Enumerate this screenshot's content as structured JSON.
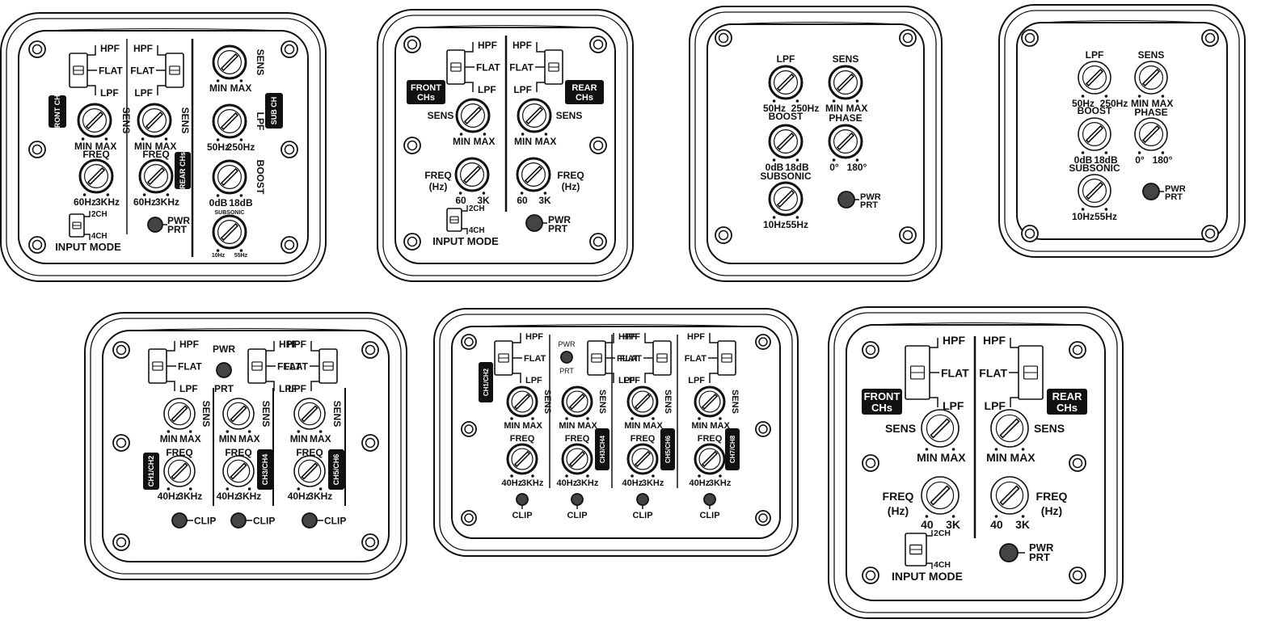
{
  "colors": {
    "ink": "#111111",
    "panel": "#ffffff",
    "knob_fill": "#ffffff",
    "label_bg": "#111111",
    "label_fg": "#ffffff",
    "led": "#444444",
    "faded": "#aaaaaa"
  },
  "panels": [
    {
      "id": "p1",
      "switches": [
        {
          "top": "HPF",
          "mid": "FLAT",
          "bot": "LPF"
        },
        {
          "top": "HPF",
          "mid": "FLAT",
          "bot": "LPF"
        }
      ],
      "knobs": [
        {
          "label": "SENS",
          "min": "MIN",
          "max": "MAX"
        },
        {
          "label": "FREQ",
          "min": "60Hz",
          "max": "3KHz"
        },
        {
          "label": "SENS",
          "min": "MIN",
          "max": "MAX"
        },
        {
          "label": "FREQ",
          "min": "60Hz",
          "max": "3KHz"
        },
        {
          "label": "SENS",
          "min": "MIN",
          "max": "MAX"
        },
        {
          "label": "LPF",
          "min": "50Hz",
          "max": "250Hz"
        },
        {
          "label": "BOOST",
          "min": "0dB",
          "max": "18dB"
        },
        {
          "label": "SUBSONIC",
          "min": "10Hz",
          "max": "55Hz"
        }
      ],
      "badges": [
        "FRONT CHs",
        "REAR CHs",
        "SUB CH"
      ],
      "input_mode": {
        "label": "INPUT MODE",
        "opt1": "2CH",
        "opt2": "4CH"
      },
      "led": {
        "l1": "PWR",
        "l2": "PRT"
      }
    },
    {
      "id": "p2",
      "switches": [
        {
          "top": "HPF",
          "mid": "FLAT",
          "bot": "LPF"
        },
        {
          "top": "HPF",
          "mid": "FLAT",
          "bot": "LPF"
        }
      ],
      "knobs": [
        {
          "label": "SENS",
          "min": "MIN",
          "max": "MAX"
        },
        {
          "label": "FREQ",
          "label2": "(Hz)",
          "min": "60",
          "max": "3K"
        },
        {
          "label": "SENS",
          "min": "MIN",
          "max": "MAX"
        },
        {
          "label": "FREQ",
          "label2": "(Hz)",
          "min": "60",
          "max": "3K"
        }
      ],
      "badges": [
        {
          "l1": "FRONT",
          "l2": "CHs"
        },
        {
          "l1": "REAR",
          "l2": "CHs"
        }
      ],
      "input_mode": {
        "label": "INPUT MODE",
        "opt1": "2CH",
        "opt2": "4CH"
      },
      "led": {
        "l1": "PWR",
        "l2": "PRT"
      }
    },
    {
      "id": "p3",
      "knobs": [
        {
          "label": "LPF",
          "min": "50Hz",
          "max": "250Hz"
        },
        {
          "label": "SENS",
          "min": "MIN",
          "max": "MAX"
        },
        {
          "label": "BOOST",
          "min": "0dB",
          "max": "18dB"
        },
        {
          "label": "PHASE",
          "min": "0°",
          "max": "180°"
        },
        {
          "label": "SUBSONIC",
          "min": "10Hz",
          "max": "55Hz"
        }
      ],
      "led": {
        "l1": "PWR",
        "l2": "PRT"
      }
    },
    {
      "id": "p4",
      "knobs": [
        {
          "label": "LPF",
          "min": "50Hz",
          "max": "250Hz"
        },
        {
          "label": "SENS",
          "min": "MIN",
          "max": "MAX"
        },
        {
          "label": "BOOST",
          "min": "0dB",
          "max": "18dB"
        },
        {
          "label": "PHASE",
          "min": "0°",
          "max": "180°"
        },
        {
          "label": "SUBSONIC",
          "min": "10Hz",
          "max": "55Hz"
        }
      ],
      "led": {
        "l1": "PWR",
        "l2": "PRT"
      }
    },
    {
      "id": "p5",
      "switches": [
        {
          "top": "HPF",
          "mid": "FLAT",
          "bot": "LPF"
        },
        {
          "top": "HPF",
          "mid": "FLAT",
          "bot": "LPF"
        },
        {
          "top": "HPF",
          "mid": "FLAT",
          "bot": "LPF"
        }
      ],
      "knobs": [
        {
          "label": "SENS",
          "min": "MIN",
          "max": "MAX"
        },
        {
          "label": "FREQ",
          "min": "40Hz",
          "max": "3KHz"
        },
        {
          "label": "SENS",
          "min": "MIN",
          "max": "MAX"
        },
        {
          "label": "FREQ",
          "min": "40Hz",
          "max": "3KHz"
        },
        {
          "label": "SENS",
          "min": "MIN",
          "max": "MAX"
        },
        {
          "label": "FREQ",
          "min": "40Hz",
          "max": "3KHz"
        }
      ],
      "badges": [
        "CH1/CH2",
        "CH3/CH4",
        "CH5/CH6"
      ],
      "clip": "CLIP",
      "led": {
        "l1": "PWR",
        "l2": "PRT"
      }
    },
    {
      "id": "p6",
      "switches": [
        {
          "top": "HPF",
          "mid": "FLAT",
          "bot": "LPF"
        },
        {
          "top": "HPF",
          "mid": "FLAT",
          "bot": "LPF"
        },
        {
          "top": "HPF",
          "mid": "FLAT",
          "bot": "LPF"
        },
        {
          "top": "HPF",
          "mid": "FLAT",
          "bot": "LPF"
        }
      ],
      "knobs": [
        {
          "label": "SENS",
          "min": "MIN",
          "max": "MAX"
        },
        {
          "label": "FREQ",
          "min": "40Hz",
          "max": "3KHz"
        },
        {
          "label": "SENS",
          "min": "MIN",
          "max": "MAX"
        },
        {
          "label": "FREQ",
          "min": "40Hz",
          "max": "3KHz"
        },
        {
          "label": "SENS",
          "min": "MIN",
          "max": "MAX"
        },
        {
          "label": "FREQ",
          "min": "40Hz",
          "max": "3KHz"
        },
        {
          "label": "SENS",
          "min": "MIN",
          "max": "MAX"
        },
        {
          "label": "FREQ",
          "min": "40Hz",
          "max": "3KHz"
        }
      ],
      "badges": [
        "CH1/CH2",
        "CH3/CH4",
        "CH5/CH6",
        "CH7/CH8"
      ],
      "clip": "CLIP",
      "led": {
        "l1": "PWR",
        "l2": "PRT"
      }
    },
    {
      "id": "p7",
      "switches": [
        {
          "top": "HPF",
          "mid": "FLAT",
          "bot": "LPF"
        },
        {
          "top": "HPF",
          "mid": "FLAT",
          "bot": "LPF"
        }
      ],
      "knobs": [
        {
          "label": "SENS",
          "min": "MIN",
          "max": "MAX"
        },
        {
          "label": "FREQ",
          "label2": "(Hz)",
          "min": "40",
          "max": "3K"
        },
        {
          "label": "SENS",
          "min": "MIN",
          "max": "MAX"
        },
        {
          "label": "FREQ",
          "label2": "(Hz)",
          "min": "40",
          "max": "3K"
        }
      ],
      "badges": [
        {
          "l1": "FRONT",
          "l2": "CHs"
        },
        {
          "l1": "REAR",
          "l2": "CHs"
        }
      ],
      "input_mode": {
        "label": "INPUT MODE",
        "opt1": "2CH",
        "opt2": "4CH"
      },
      "led": {
        "l1": "PWR",
        "l2": "PRT"
      }
    }
  ]
}
